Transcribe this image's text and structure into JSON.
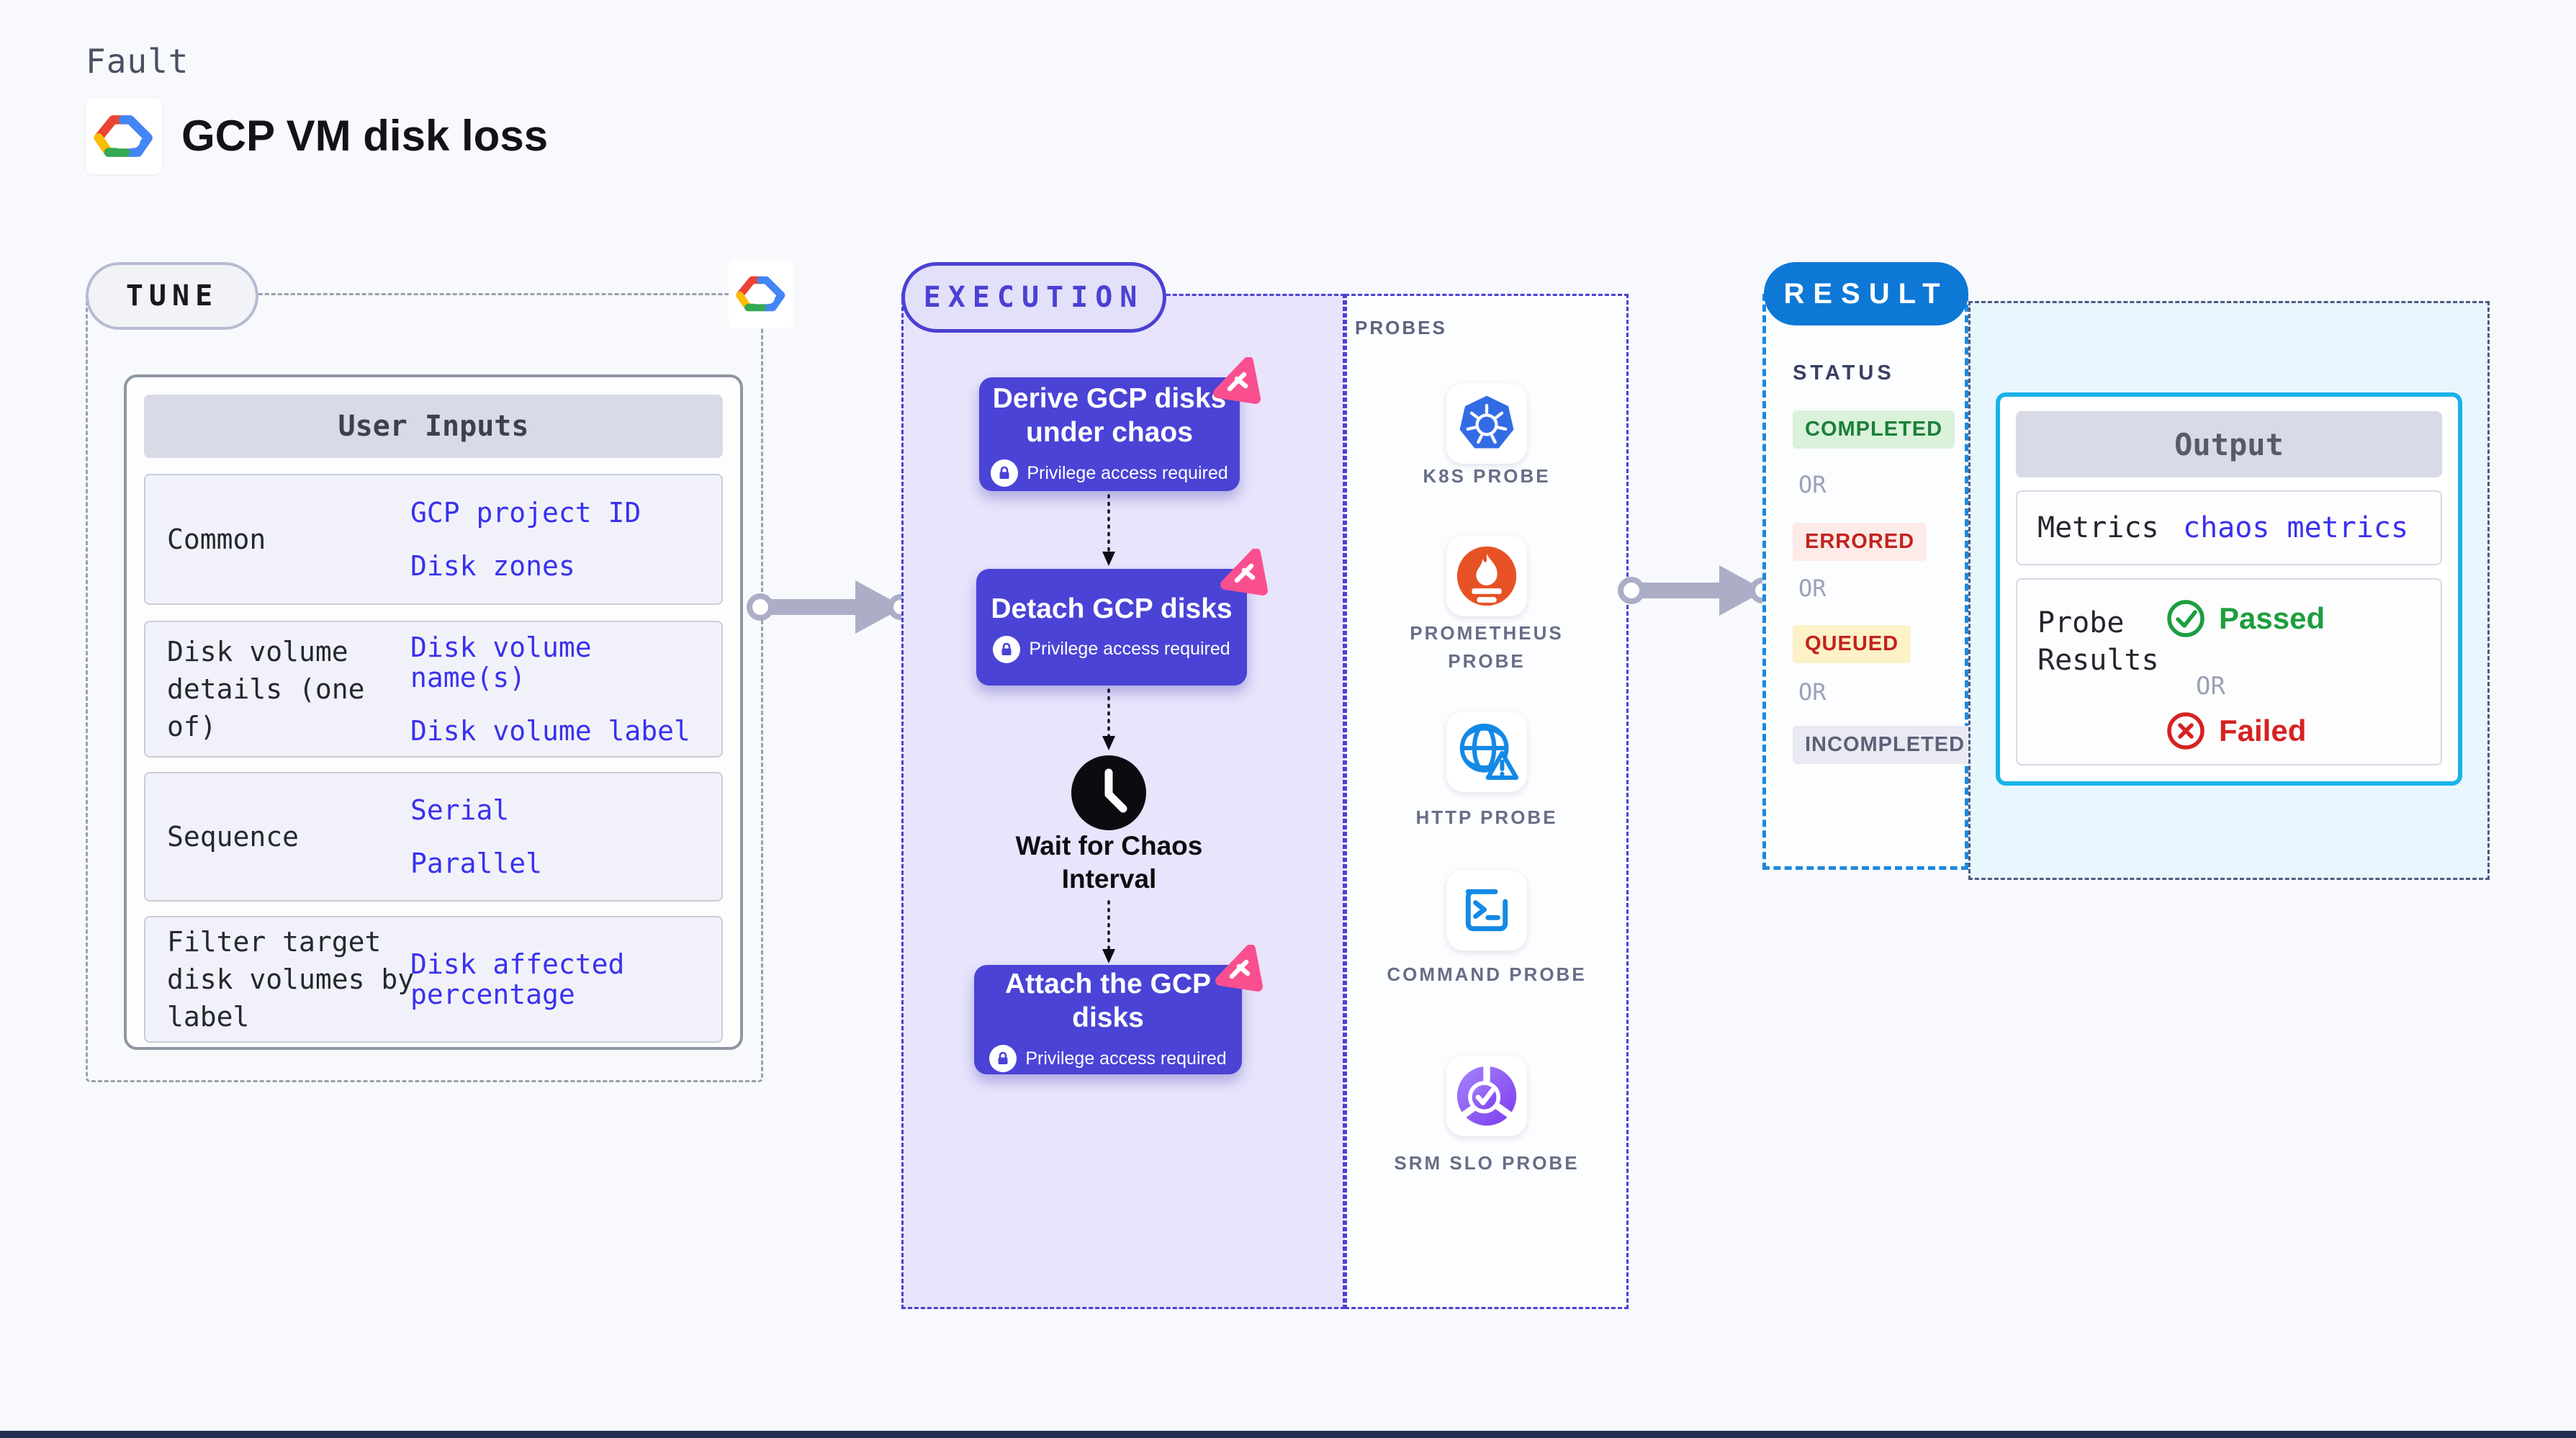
{
  "header": {
    "eyebrow": "Fault",
    "title": "GCP VM disk loss",
    "logo_icon": "gcp-cloud-logo"
  },
  "tune": {
    "badge": "TUNE",
    "corner_icon": "gcp-cloud-logo",
    "table": {
      "header": "User Inputs",
      "rows": [
        {
          "label": "Common",
          "values": [
            "GCP project ID",
            "Disk zones"
          ]
        },
        {
          "label": "Disk volume details (one of)",
          "values": [
            "Disk volume name(s)",
            "Disk volume label"
          ]
        },
        {
          "label": "Sequence",
          "values": [
            "Serial",
            "Parallel"
          ]
        },
        {
          "label": "Filter target disk volumes by label",
          "values": [
            "Disk affected percentage"
          ]
        }
      ]
    }
  },
  "execution": {
    "badge": "EXECUTION",
    "steps": [
      {
        "title": "Derive GCP disks under chaos",
        "note": "Privilege access required",
        "icon": "chaos-fault-icon"
      },
      {
        "title": "Detach GCP disks",
        "note": "Privilege access required",
        "icon": "chaos-fault-icon"
      },
      {
        "title": "Wait for Chaos Interval",
        "icon": "clock-icon"
      },
      {
        "title": "Attach the GCP disks",
        "note": "Privilege access required",
        "icon": "chaos-fault-icon"
      }
    ]
  },
  "probes": {
    "label": "PROBES",
    "items": [
      {
        "name": "K8S PROBE",
        "icon": "kubernetes-icon"
      },
      {
        "name": "PROMETHEUS PROBE",
        "icon": "prometheus-icon"
      },
      {
        "name": "HTTP PROBE",
        "icon": "globe-warning-icon"
      },
      {
        "name": "COMMAND PROBE",
        "icon": "terminal-icon"
      },
      {
        "name": "SRM SLO PROBE",
        "icon": "srm-slo-icon"
      }
    ]
  },
  "result": {
    "badge": "RESULT",
    "status": {
      "label": "STATUS",
      "separator": "OR",
      "states": [
        {
          "label": "COMPLETED",
          "text_color": "#1b8038",
          "bg": "#daf1da"
        },
        {
          "label": "ERRORED",
          "text_color": "#c0241e",
          "bg": "#fcebe9"
        },
        {
          "label": "QUEUED",
          "text_color": "#c0241e",
          "bg": "#fcf1c7"
        },
        {
          "label": "INCOMPLETED",
          "text_color": "#5b6178",
          "bg": "#e9eaf2"
        }
      ]
    },
    "output": {
      "header": "Output",
      "metrics_label": "Metrics",
      "metrics_value": "chaos metrics",
      "probe_results_label": "Probe Results",
      "passed": "Passed",
      "separator": "OR",
      "failed": "Failed"
    }
  },
  "colors": {
    "accent_indigo": "#4b41d3",
    "step_fill": "#4a43d6",
    "fault_pink": "#fa4f8e",
    "result_blue": "#0e78d6",
    "output_border_cyan": "#19b2e9",
    "value_blue": "#3a31ee",
    "passed_green": "#1d9e3f",
    "failed_red": "#d62221",
    "arrow_gray": "#abaec6",
    "k8s_blue": "#326ce5",
    "prometheus_orange": "#e75225",
    "http_blue": "#1389e6",
    "srm_purple": "#8b5cf6"
  }
}
